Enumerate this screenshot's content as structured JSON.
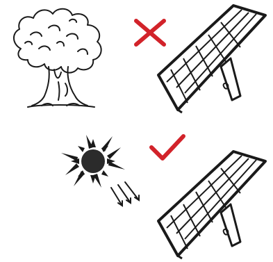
{
  "colors": {
    "line": "#1a1a1a",
    "mark": "#d2232a",
    "sun_core": "#2b2b2b",
    "background": "#ffffff"
  },
  "icons": {
    "tree": "tree-icon",
    "cross": "cross-mark-icon",
    "sun": "sun-icon",
    "check": "check-mark-icon",
    "panel": "solar-panel-icon",
    "rays": "sun-rays-icon"
  },
  "top_row": {
    "obstruction": "tree",
    "result": "cross",
    "panel": "solar-panel"
  },
  "bottom_row": {
    "source": "sun",
    "result": "check",
    "panel": "solar-panel"
  }
}
